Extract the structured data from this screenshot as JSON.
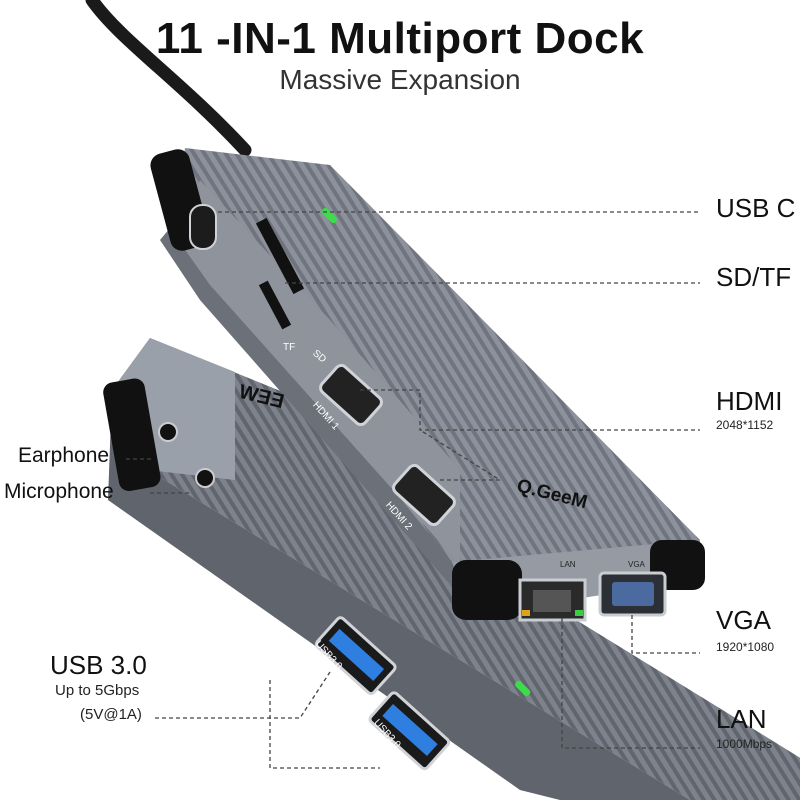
{
  "header": {
    "title": "11 -IN-1 Multiport Dock",
    "subtitle": "Massive Expansion"
  },
  "labels": {
    "usbc": {
      "name": "USB C"
    },
    "sdtf": {
      "name": "SD/TF"
    },
    "hdmi": {
      "name": "HDMI",
      "spec": "2048*1152"
    },
    "vga": {
      "name": "VGA",
      "spec": "1920*1080"
    },
    "lan": {
      "name": "LAN",
      "spec": "1000Mbps"
    },
    "earphone": {
      "name": "Earphone"
    },
    "microphone": {
      "name": "Microphone"
    },
    "usb3": {
      "name": "USB 3.0",
      "spec1": "Up to 5Gbps",
      "spec2": "(5V@1A)"
    }
  },
  "device_markings": {
    "brand": "Q.GeeM",
    "brand_mirrored": "WƎƎ",
    "port_hdmi1": "HDMI 1",
    "port_hdmi2": "HDMI 2",
    "port_tf": "TF",
    "port_sd": "SD",
    "port_lan": "LAN",
    "port_vga": "VGA",
    "port_usb1": "USB3.0",
    "port_usb2": "USB3.0"
  },
  "colors": {
    "body": "#8a8f99",
    "body_dark": "#5d626b",
    "rubber": "#111111",
    "usb_blue": "#2f7fe0",
    "indicator_green": "#3cdc4a",
    "leader": "#444444"
  }
}
